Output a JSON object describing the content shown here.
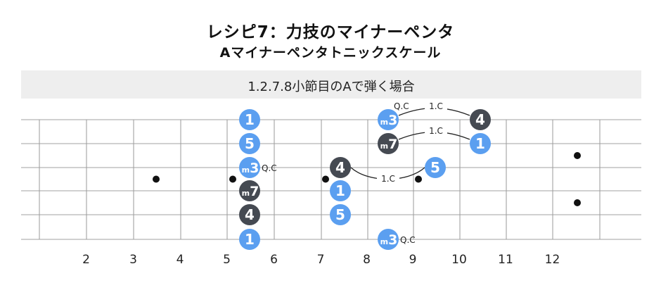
{
  "title": "レシピ7：力技のマイナーペンタ",
  "subtitle": "Aマイナーペンタトニックスケール",
  "banner": "1.2.7.8小節目のAで弾く場合",
  "colors": {
    "blue": "#5b9ff0",
    "dark": "#454a52",
    "string": "#b5b5b5",
    "fret": "#9a9a9a",
    "text": "#222222",
    "banner_bg": "#eeeeee"
  },
  "fretboard": {
    "strings": 6,
    "fret_numbers": [
      "2",
      "3",
      "4",
      "5",
      "6",
      "7",
      "8",
      "9",
      "10",
      "11",
      "12"
    ],
    "inlay_frets": [
      3,
      5,
      7,
      9
    ],
    "double_inlay_fret": 12
  },
  "notes": [
    {
      "id": "n1",
      "fret": 5,
      "string": 1,
      "label": "1",
      "type": "blue"
    },
    {
      "id": "n2",
      "fret": 5,
      "string": 2,
      "label": "5",
      "type": "blue"
    },
    {
      "id": "n3",
      "fret": 5,
      "string": 3,
      "label": "m3",
      "type": "blue"
    },
    {
      "id": "n4",
      "fret": 5,
      "string": 4,
      "label": "m7",
      "type": "dark"
    },
    {
      "id": "n5",
      "fret": 5,
      "string": 5,
      "label": "4",
      "type": "dark"
    },
    {
      "id": "n6",
      "fret": 5,
      "string": 6,
      "label": "1",
      "type": "blue"
    },
    {
      "id": "n7",
      "fret": 7,
      "string": 3,
      "label": "4",
      "type": "dark"
    },
    {
      "id": "n8",
      "fret": 7,
      "string": 4,
      "label": "1",
      "type": "blue"
    },
    {
      "id": "n9",
      "fret": 7,
      "string": 5,
      "label": "5",
      "type": "blue"
    },
    {
      "id": "n10",
      "fret": 8,
      "string": 1,
      "label": "m3",
      "type": "blue"
    },
    {
      "id": "n11",
      "fret": 8,
      "string": 2,
      "label": "m7",
      "type": "dark"
    },
    {
      "id": "n12",
      "fret": 8,
      "string": 6,
      "label": "m3",
      "type": "blue"
    },
    {
      "id": "n13",
      "fret": 9,
      "string": 3,
      "label": "5",
      "type": "blue"
    },
    {
      "id": "n14",
      "fret": 10,
      "string": 1,
      "label": "4",
      "type": "dark"
    },
    {
      "id": "n15",
      "fret": 10,
      "string": 2,
      "label": "1",
      "type": "blue"
    }
  ],
  "annotations": [
    {
      "text": "Q.C",
      "note": "n10",
      "pos": "above-right"
    },
    {
      "text": "Q.C",
      "note": "n3",
      "pos": "right"
    },
    {
      "text": "Q.C",
      "note": "n12",
      "pos": "right"
    }
  ],
  "slides": [
    {
      "from": "n10",
      "to": "n14",
      "label": "1.C"
    },
    {
      "from": "n11",
      "to": "n15",
      "label": "1.C"
    },
    {
      "from": "n7",
      "to": "n13",
      "label": "1.C"
    }
  ]
}
